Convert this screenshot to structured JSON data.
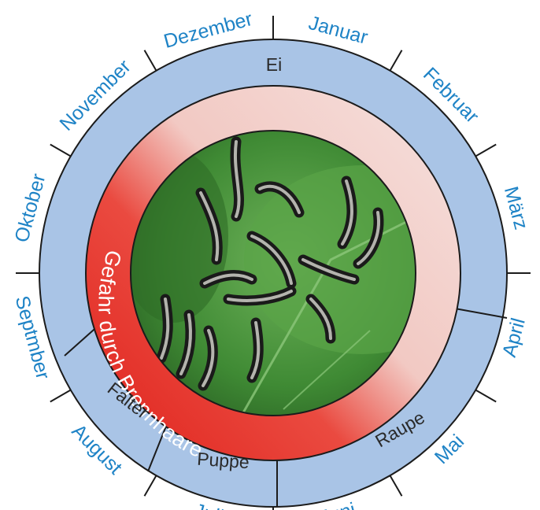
{
  "months": [
    "Januar",
    "Februar",
    "März",
    "April",
    "Mai",
    "Juni",
    "Juli",
    "August",
    "Septmber",
    "Oktober",
    "November",
    "Dezember"
  ],
  "phases": {
    "egg": "Ei",
    "caterpillar": "Raupe",
    "pupa": "Puppe",
    "moth": "Falter"
  },
  "danger_label": "Gefahr durch Brennhaare",
  "photo_subject": "caterpillars-on-leaf",
  "colors": {
    "ring_blue": "#a9c4e6",
    "ring_outline": "#1b1b1b",
    "month_text": "#1e83c6",
    "danger_red": "#e5312b",
    "danger_light": "#f2d3cf",
    "leaf_green": "#4d9a3e"
  }
}
